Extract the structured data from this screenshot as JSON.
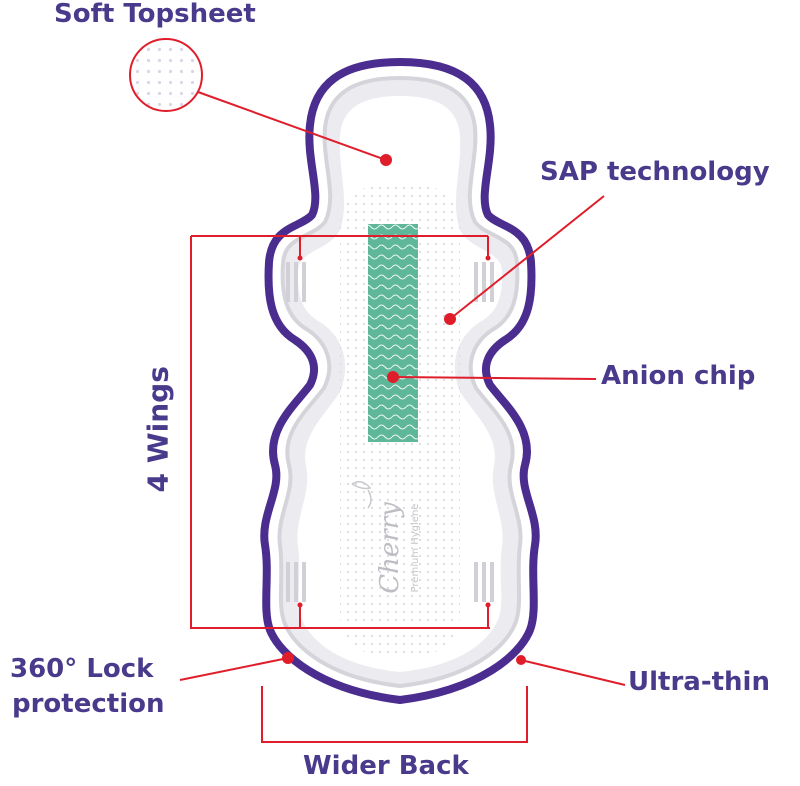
{
  "labels": {
    "soft_topsheet": "Soft Topsheet",
    "sap_technology": "SAP technology",
    "anion_chip": "Anion chip",
    "four_wings": "4 Wings",
    "lock_protection_line1": "360° Lock",
    "lock_protection_line2": "protection",
    "ultra_thin": "Ultra-thin",
    "wider_back": "Wider Back"
  },
  "brand": {
    "name": "Cherry",
    "tagline": "Premium Hygiene"
  },
  "colors": {
    "outline": "#4b2c8f",
    "callout": "#e01e2b",
    "label_text": "#4a3a8c",
    "anion_chip": "#5fb79a",
    "pad_fill": "#f1f1f4"
  }
}
